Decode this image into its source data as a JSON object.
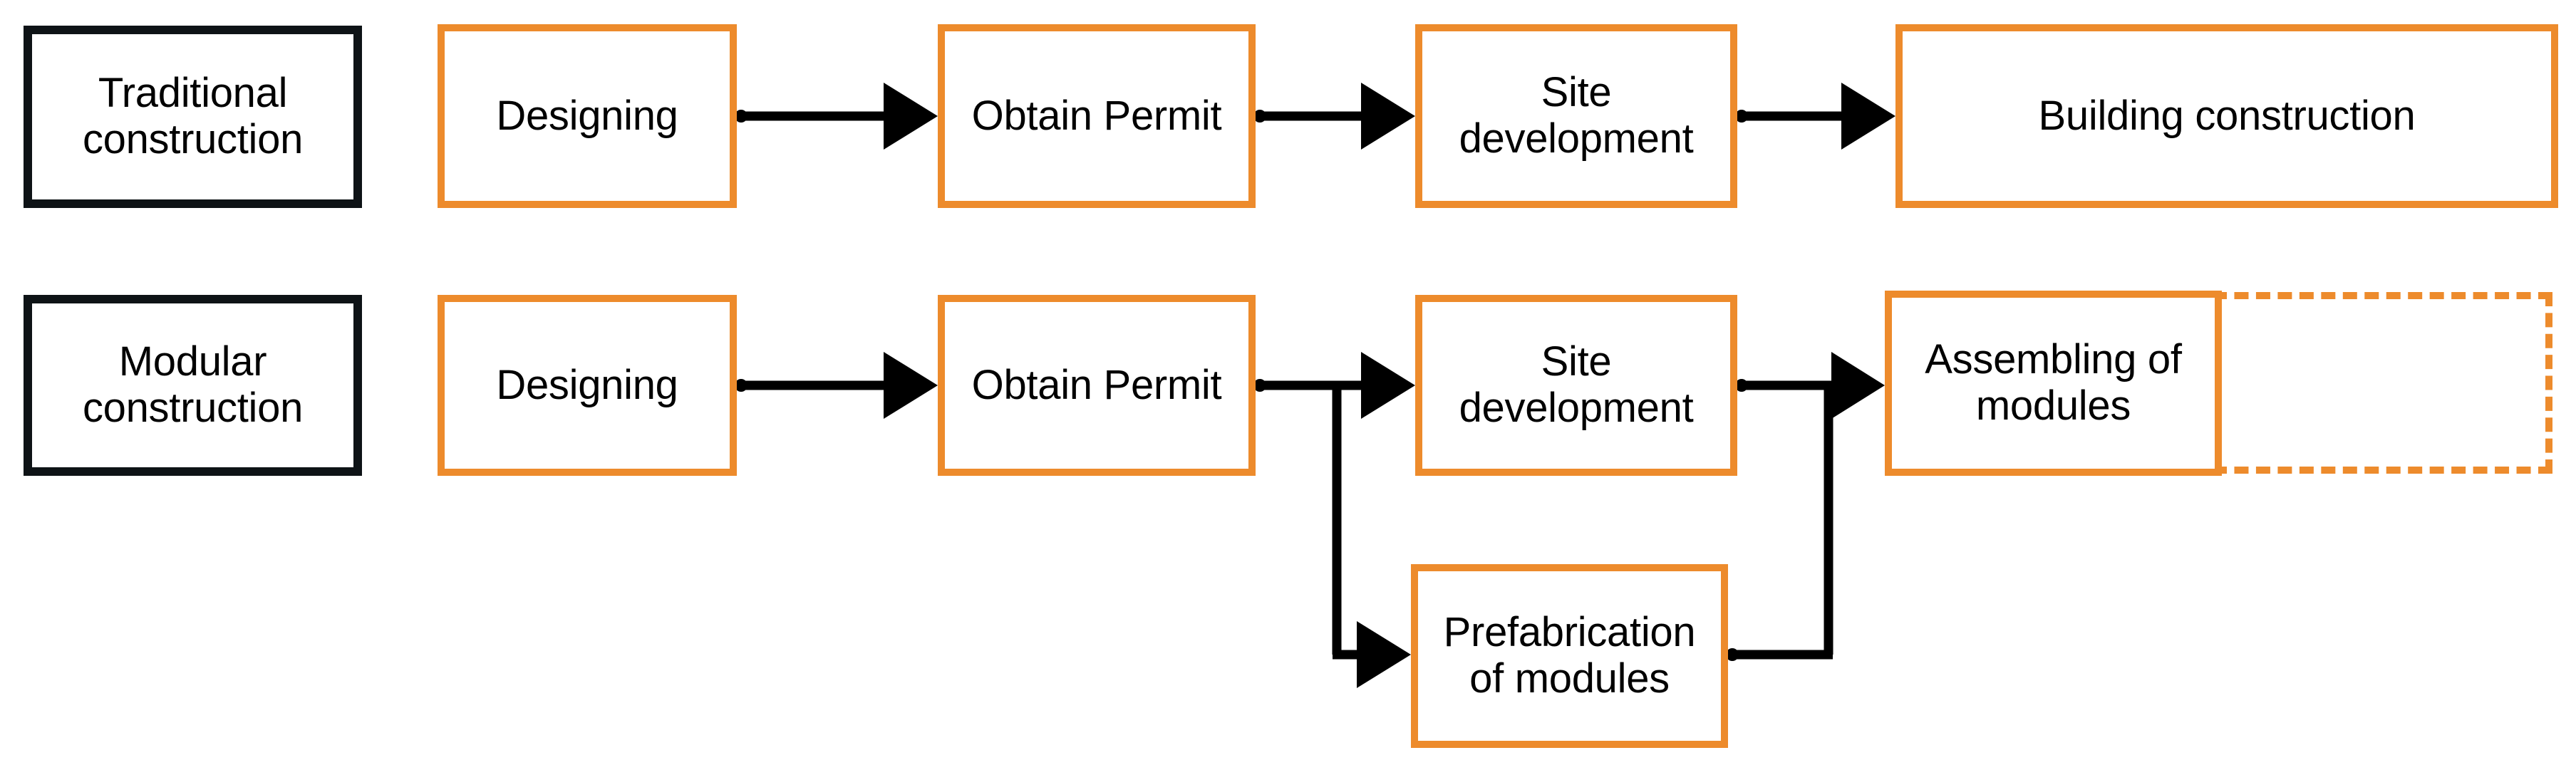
{
  "diagram": {
    "title": "Traditional vs Modular construction process flow",
    "colors": {
      "process_border": "#ED8B2C",
      "category_border": "#0E1316",
      "connector": "#000000",
      "background": "#FFFFFF"
    },
    "rows": [
      {
        "id": "traditional",
        "category_label": "Traditional\nconstruction",
        "steps": [
          "Designing",
          "Obtain Permit",
          "Site\ndevelopment",
          "Building construction"
        ]
      },
      {
        "id": "modular",
        "category_label": "Modular\nconstruction",
        "steps": [
          "Designing",
          "Obtain Permit",
          "Site\ndevelopment",
          "Assembling of\nmodules"
        ],
        "branch_step": "Prefabrication\nof modules",
        "placeholder_label": ""
      }
    ]
  }
}
